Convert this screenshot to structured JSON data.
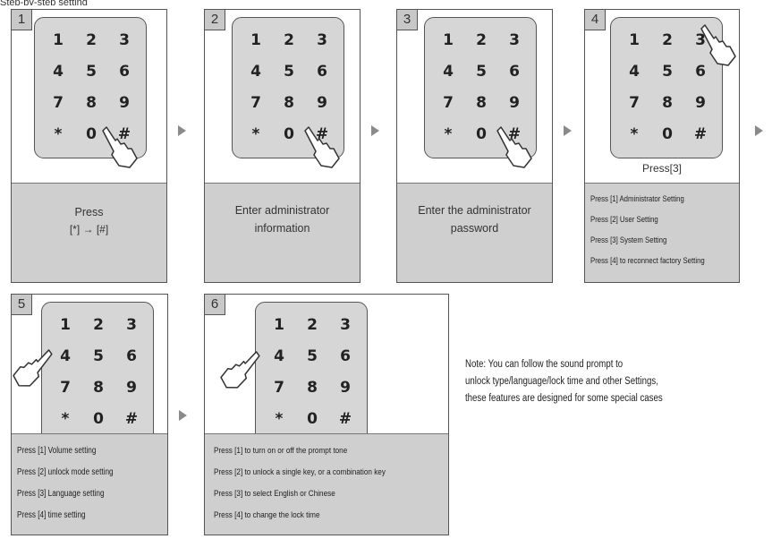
{
  "header_cut": "Step-by-step setting",
  "keys": [
    "1",
    "2",
    "3",
    "4",
    "5",
    "6",
    "7",
    "8",
    "9",
    "*",
    "0",
    "#"
  ],
  "steps": [
    {
      "number": "1",
      "caption_lines": [
        "Press",
        "[*] → [#]"
      ]
    },
    {
      "number": "2",
      "caption_lines": [
        "Enter administrator",
        "information"
      ]
    },
    {
      "number": "3",
      "caption_lines": [
        "Enter the administrator",
        "password"
      ]
    },
    {
      "number": "4",
      "label": "Press[3]",
      "items": [
        "Press [1] Administrator Setting",
        "Press [2] User Setting",
        "Press [3] System Setting",
        "Press [4] to reconnect factory Setting"
      ]
    },
    {
      "number": "5",
      "items": [
        "Press [1] Volume setting",
        "Press [2] unlock mode setting",
        "Press [3] Language setting",
        "Press [4] time setting"
      ]
    },
    {
      "number": "6",
      "items": [
        "Press [1] to turn on or off the prompt tone",
        "Press [2] to unlock a single key, or a combination key",
        "Press [3] to select English or Chinese",
        "Press [4] to change the lock time"
      ]
    }
  ],
  "note_lines": [
    "Note: You can follow the sound prompt to",
    "unlock type/language/lock time and other Settings,",
    "these features are designed for some special cases"
  ]
}
